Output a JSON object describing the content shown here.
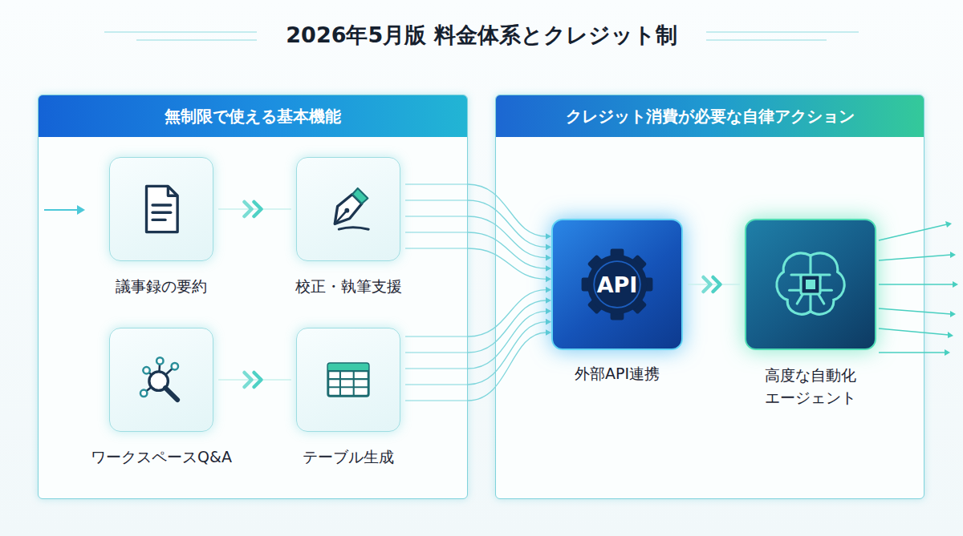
{
  "diagram": {
    "title": "2026年5月版 料金体系とクレジット制",
    "nodes": [
      {
        "text": [
          "無制限で使える基本機能"
        ]
      },
      {
        "text": [
          "議事録の要約"
        ],
        "in": 0
      },
      {
        "text": [
          "校正・執筆支援"
        ],
        "in": 0
      },
      {
        "text": [
          "ワークスペースQ&A"
        ],
        "in": 0
      },
      {
        "text": [
          "テーブル生成"
        ],
        "in": 0
      },
      {
        "text": [
          "クレジット消費が必要な自律アクション"
        ]
      },
      {
        "text": [
          "API",
          "外部API連携"
        ],
        "in": 5
      },
      {
        "text": [
          "高度な自動化 エージェント"
        ],
        "in": 5
      }
    ],
    "edges": [
      {
        "from": 1,
        "to": 2,
        "arrow": "to"
      },
      {
        "from": 3,
        "to": 4,
        "arrow": "to"
      },
      {
        "from": 0,
        "to": 6,
        "arrow": "to"
      },
      {
        "from": 6,
        "to": 7,
        "arrow": "to"
      }
    ]
  }
}
